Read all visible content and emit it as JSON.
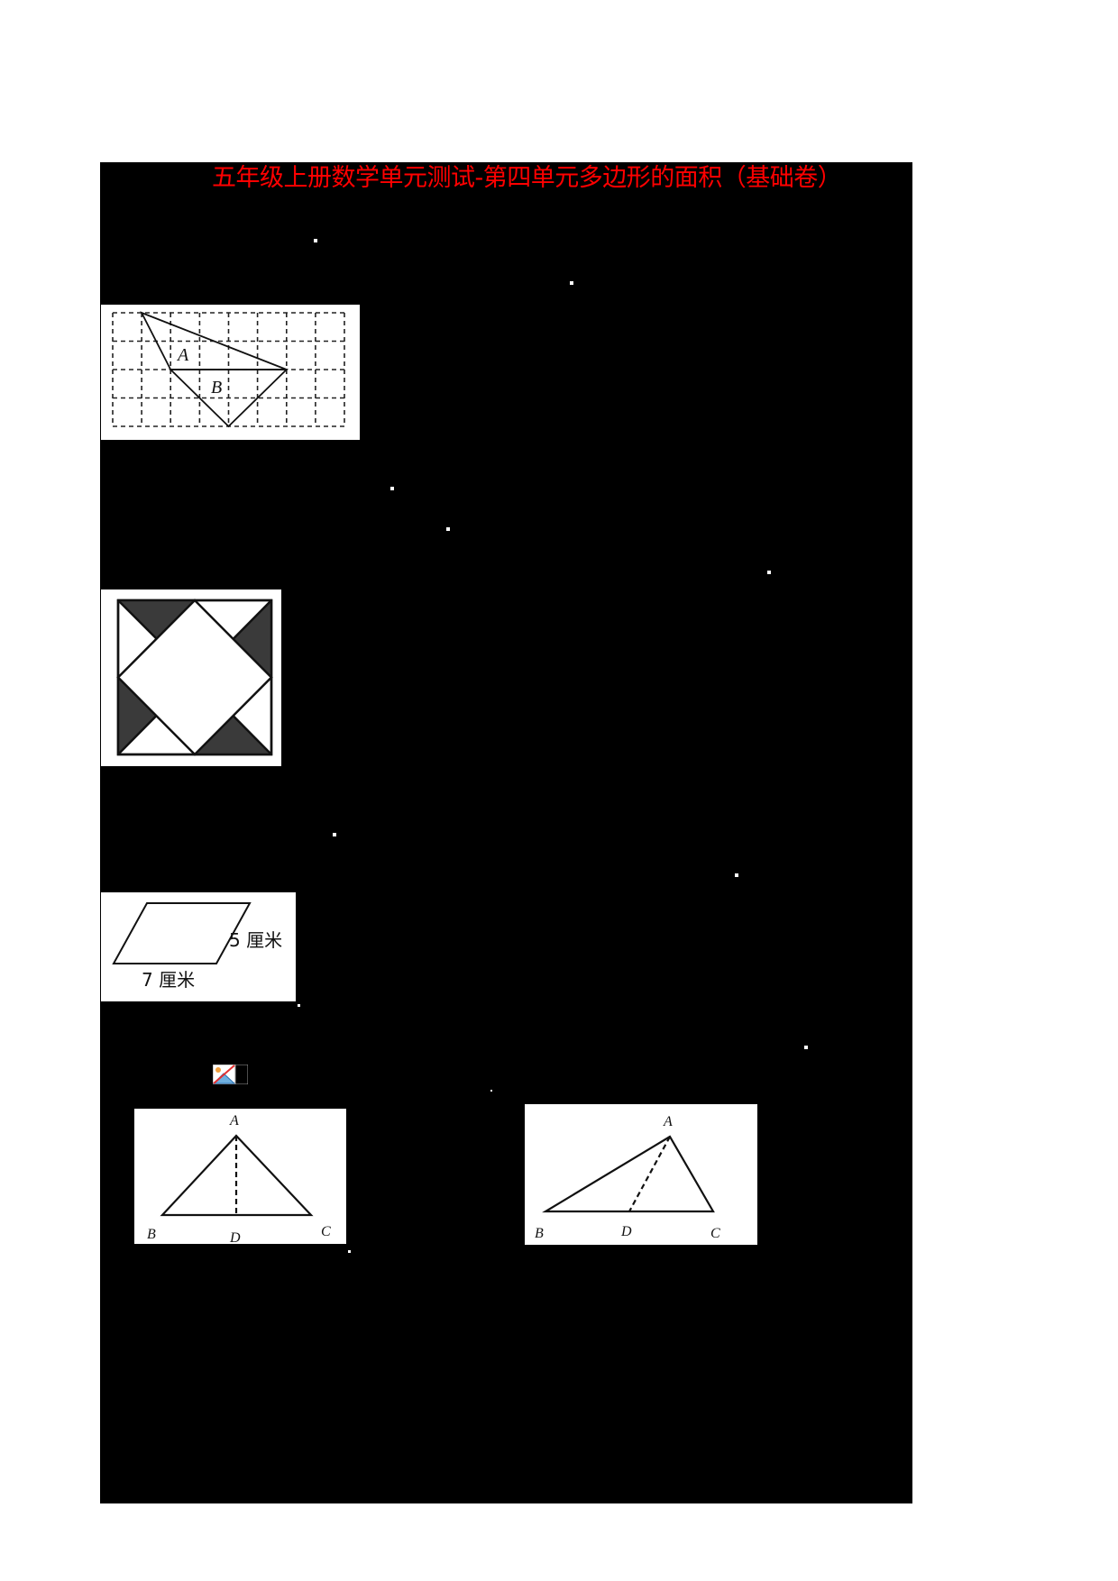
{
  "document": {
    "title": "五年级上册数学单元测试-第四单元多边形的面积（基础卷）",
    "title_color": "#ff0000",
    "background": "#000000"
  },
  "figures": {
    "grid_figure": {
      "label_a": "A",
      "label_b": "B",
      "grid_cols": 8,
      "grid_rows": 4
    },
    "square_pattern": {
      "shaded_color": "#3a3a3a"
    },
    "parallelogram": {
      "side_label": "5 厘米",
      "base_label": "7 厘米"
    },
    "triangle_1": {
      "vertex_a": "A",
      "vertex_b": "B",
      "vertex_c": "C",
      "vertex_d": "D"
    },
    "triangle_2": {
      "vertex_a": "A",
      "vertex_b": "B",
      "vertex_c": "C",
      "vertex_d": "D"
    }
  },
  "icons": {
    "broken_image": "broken-image-icon"
  }
}
